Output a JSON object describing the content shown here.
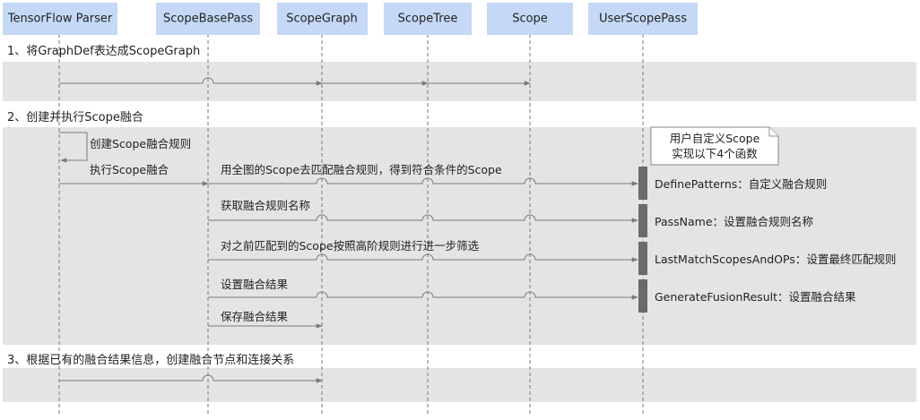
{
  "participants": [
    "TensorFlow Parser",
    "ScopeBasePass",
    "ScopeGraph",
    "ScopeTree",
    "Scope",
    "UserScopePass"
  ],
  "sections": [
    "1、将GraphDef表达成ScopeGraph",
    "2、创建并执行Scope融合",
    "3、根据已有的融合结果信息，创建融合节点和连接关系"
  ],
  "messages": {
    "create_rule": "创建Scope融合规则",
    "exec_fusion": "执行Scope融合",
    "match": "用全图的Scope去匹配融合规则，得到符合条件的Scope",
    "get_name": "获取融合规则名称",
    "filter": "对之前匹配到的Scope按照高阶规则进行进一步筛选",
    "set_result": "设置融合结果",
    "save_result": "保存融合结果"
  },
  "note": {
    "line1": "用户自定义Scope",
    "line2": "实现以下4个函数"
  },
  "functions": [
    "DefinePatterns：自定义融合规则",
    "PassName：设置融合规则名称",
    "LastMatchScopesAndOPs：设置最终匹配规则",
    "GenerateFusionResult：设置融合结果"
  ],
  "colors": {
    "header": "#c5d9f7",
    "band": "#e4e4e7",
    "activation": "#6b6b6b",
    "arrow": "#7a7a7a"
  }
}
